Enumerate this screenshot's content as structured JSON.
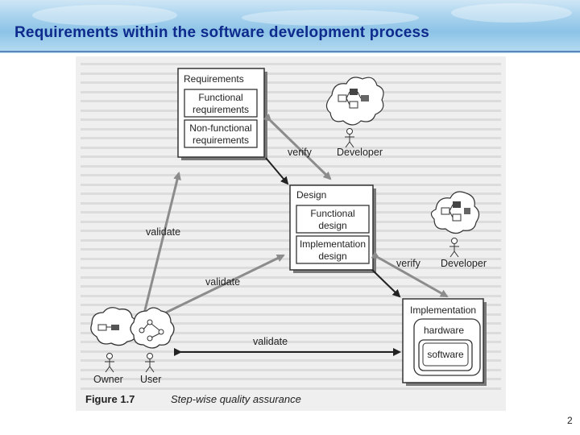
{
  "slide": {
    "title": "Requirements within the software development process",
    "page_number": "2"
  },
  "figure": {
    "requirements_box": "Requirements",
    "functional_requirements": [
      "Functional",
      "requirements"
    ],
    "non_functional_requirements": [
      "Non-functional",
      "requirements"
    ],
    "design_box": "Design",
    "functional_design": [
      "Functional",
      "design"
    ],
    "implementation_design": [
      "Implementation",
      "design"
    ],
    "implementation_box": "Implementation",
    "hardware": "hardware",
    "software": "software",
    "verify_top": "verify",
    "developer_top": "Developer",
    "verify_bottom": "verify",
    "developer_bottom": "Developer",
    "validate_left": "validate",
    "validate_middle": "validate",
    "validate_bottom": "validate",
    "owner": "Owner",
    "user": "User",
    "caption_number": "Figure  1.7",
    "caption_text": "Step-wise quality assurance"
  },
  "colors": {
    "title": "#0e2a8c",
    "banner": "#8cc3e6",
    "box_fill": "#ffffff",
    "box_stroke": "#333333",
    "arrow_gray": "#909090",
    "arrow_dark": "#222222"
  }
}
